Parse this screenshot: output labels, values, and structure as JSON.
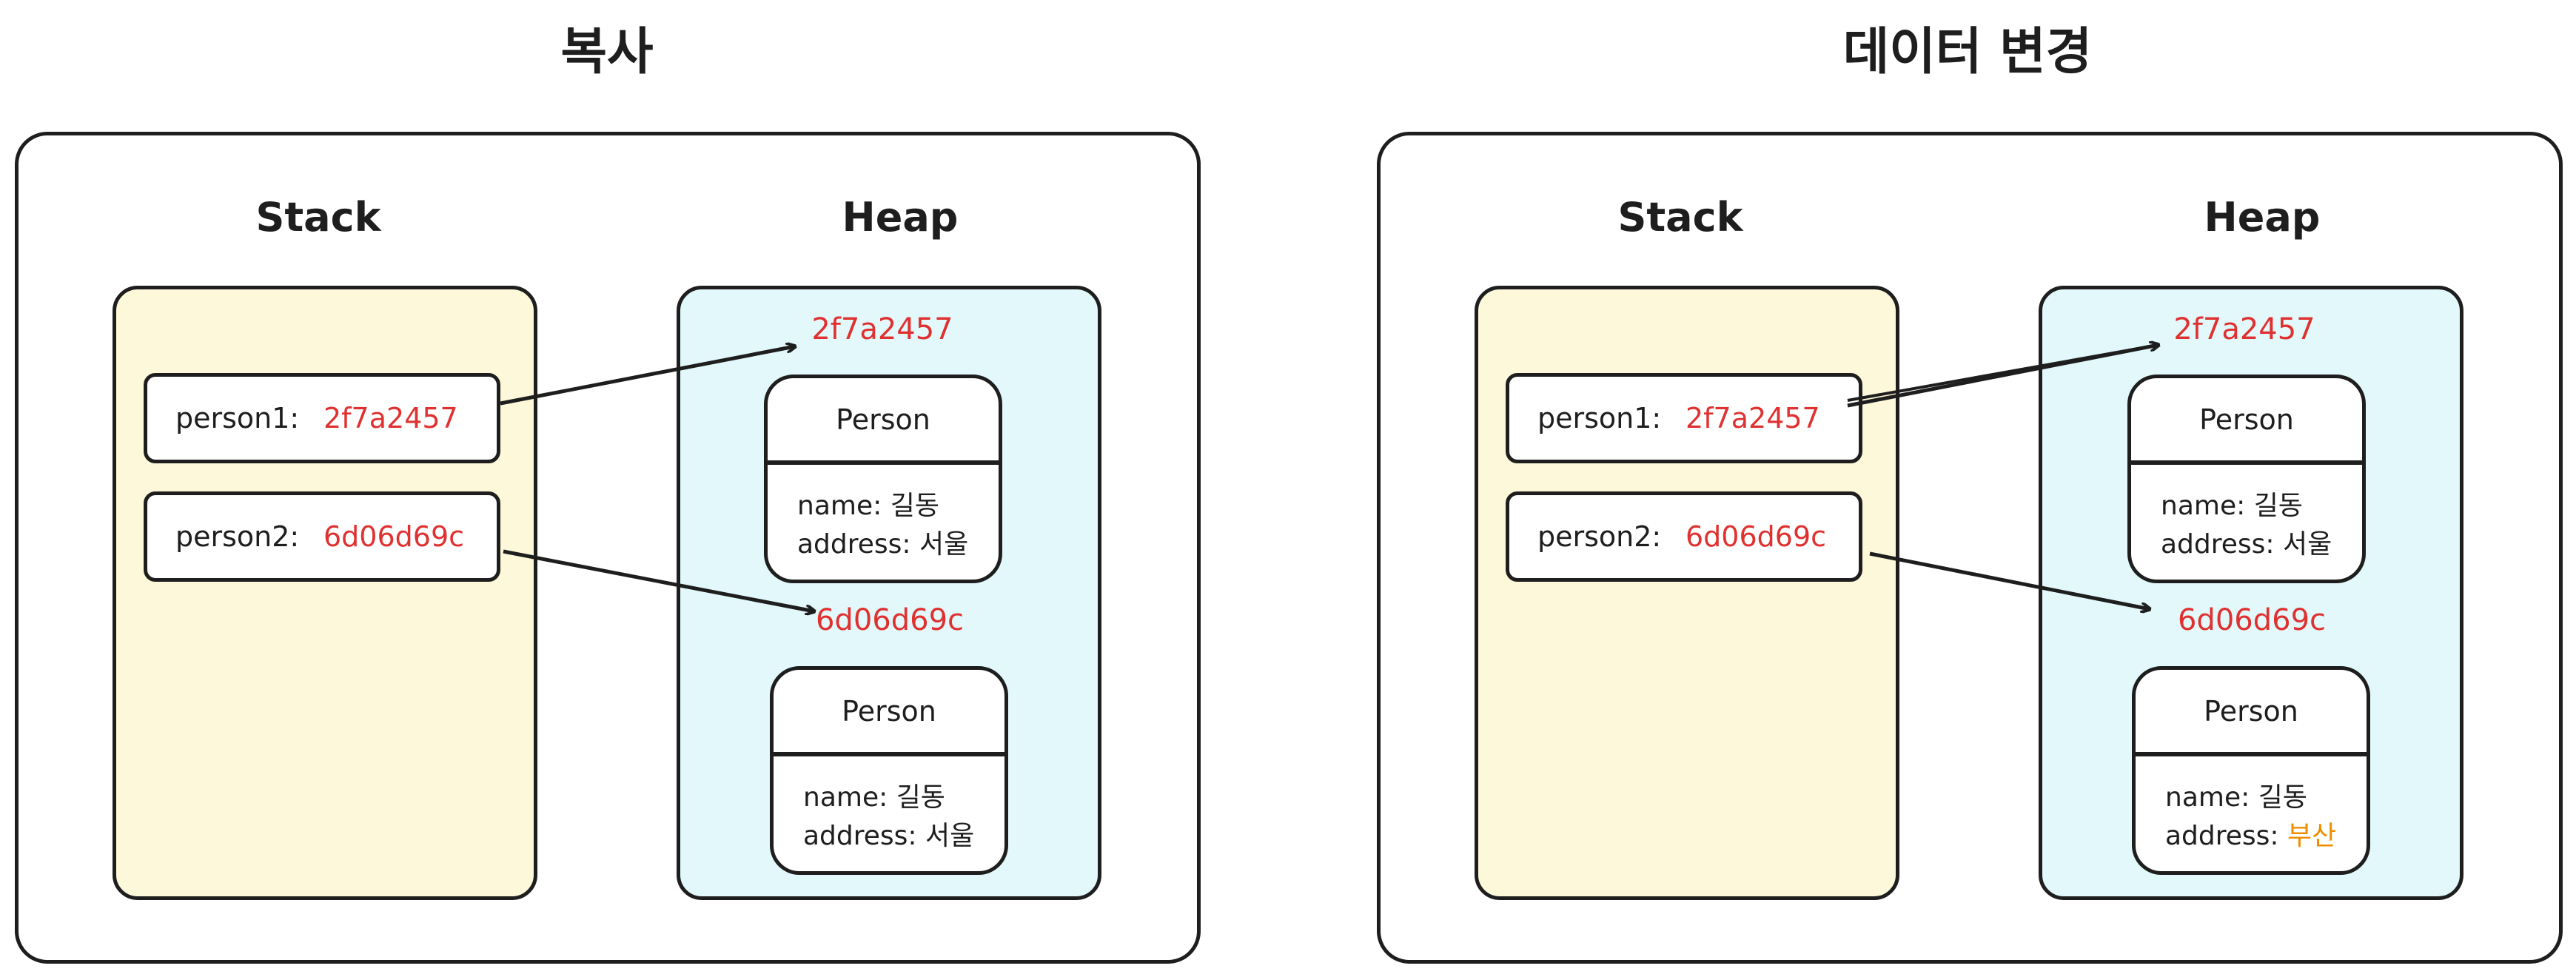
{
  "panels": [
    {
      "title": "복사",
      "stack_label": "Stack",
      "heap_label": "Heap",
      "variables": [
        {
          "name": "person1:",
          "address": "2f7a2457"
        },
        {
          "name": "person2:",
          "address": "6d06d69c"
        }
      ],
      "objects": [
        {
          "address": "2f7a2457",
          "class_name": "Person",
          "name_label": "name:",
          "name_value": "길동",
          "address_label": "address:",
          "address_value": "서울"
        },
        {
          "address": "6d06d69c",
          "class_name": "Person",
          "name_label": "name:",
          "name_value": "길동",
          "address_label": "address:",
          "address_value": "서울"
        }
      ]
    },
    {
      "title": "데이터 변경",
      "stack_label": "Stack",
      "heap_label": "Heap",
      "variables": [
        {
          "name": "person1:",
          "address": "2f7a2457"
        },
        {
          "name": "person2:",
          "address": "6d06d69c"
        }
      ],
      "objects": [
        {
          "address": "2f7a2457",
          "class_name": "Person",
          "name_label": "name:",
          "name_value": "길동",
          "address_label": "address:",
          "address_value": "서울"
        },
        {
          "address": "6d06d69c",
          "class_name": "Person",
          "name_label": "name:",
          "name_value": "길동",
          "address_label": "address:",
          "address_value": "부산"
        }
      ]
    }
  ],
  "colors": {
    "address_text": "#e03131",
    "changed_value": "#f08c00",
    "stack_fill": "#fdf8d9",
    "heap_fill": "#e2f8fa",
    "stroke": "#1e1e1e"
  }
}
